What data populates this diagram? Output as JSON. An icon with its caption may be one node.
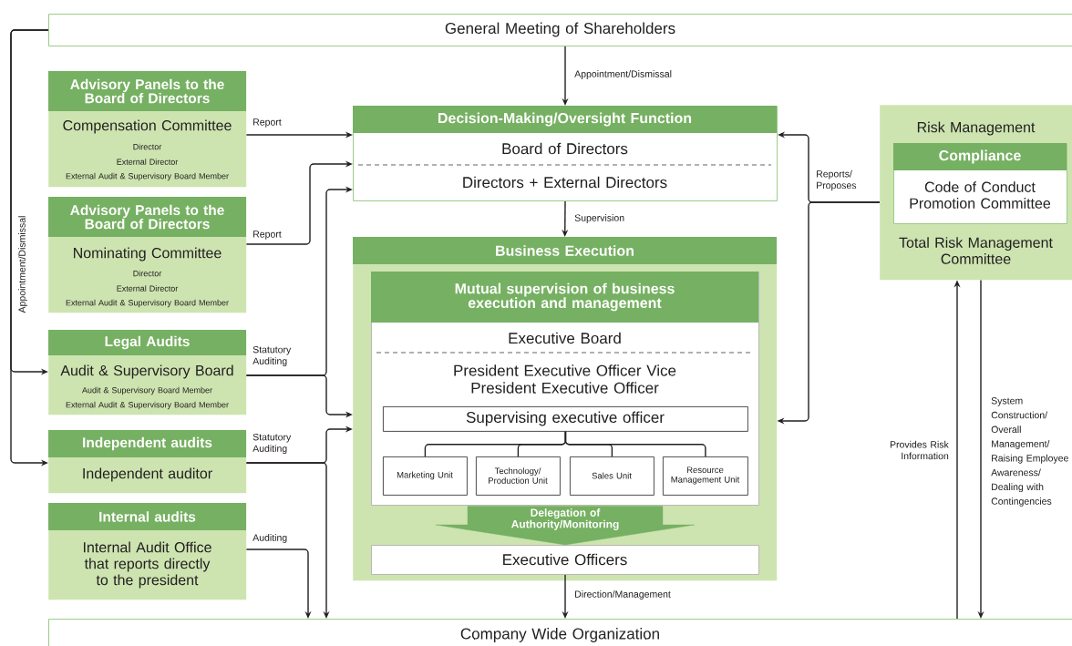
{
  "diagram": {
    "nodes": [
      {
        "text": [
          "General Meeting of Shareholders"
        ]
      },
      {
        "text": [
          "Advisory Panels to the Board of Directors",
          "Compensation Committee",
          "Director",
          "External Director",
          "External Audit & Supervisory Board Member"
        ]
      },
      {
        "text": [
          "Advisory Panels to the Board of Directors",
          "Nominating Committee",
          "Director",
          "External Director",
          "External Audit & Supervisory Board Member"
        ]
      },
      {
        "text": [
          "Legal Audits",
          "Audit & Supervisory Board",
          "Audit & Supervisory Board Member",
          "External Audit & Supervisory Board Member"
        ]
      },
      {
        "text": [
          "Independent audits",
          "Independent auditor"
        ]
      },
      {
        "text": [
          "Internal audits",
          "Internal Audit Office that reports directly to the president"
        ]
      },
      {
        "text": [
          "Decision-Making/Oversight Function",
          "Board of Directors",
          "Directors + External Directors"
        ]
      },
      {
        "text": [
          "Business Execution"
        ]
      },
      {
        "text": [
          "Mutual supervision of business execution and management",
          "Executive Board",
          "President Executive Officer Vice President Executive Officer"
        ],
        "in": 7
      },
      {
        "text": [
          "Supervising executive officer"
        ],
        "in": 8
      },
      {
        "text": [
          "Marketing Unit"
        ],
        "in": 8
      },
      {
        "text": [
          "Technology/ Production Unit"
        ],
        "in": 8
      },
      {
        "text": [
          "Sales Unit"
        ],
        "in": 8
      },
      {
        "text": [
          "Resource Management Unit"
        ],
        "in": 8
      },
      {
        "text": [
          "Executive Officers"
        ],
        "in": 7
      },
      {
        "text": [
          "Risk Management",
          "Total Risk Management Committee"
        ]
      },
      {
        "text": [
          "Compliance",
          "Code of Conduct Promotion Committee"
        ],
        "in": 15
      },
      {
        "text": [
          "Company Wide Organization"
        ]
      }
    ],
    "edges": [
      {
        "from": 0,
        "to": 6,
        "arrow": "to",
        "label": "Appointment/Dismissal"
      },
      {
        "from": 0,
        "to": 3,
        "arrow": "to",
        "label": "Appointment/Dismissal"
      },
      {
        "from": 0,
        "to": 4,
        "arrow": "to"
      },
      {
        "from": 1,
        "to": 6,
        "arrow": "to",
        "label": "Report"
      },
      {
        "from": 2,
        "to": 6,
        "arrow": "to",
        "label": "Report"
      },
      {
        "from": 3,
        "to": 6,
        "arrow": "to",
        "label": "Statutory Auditing"
      },
      {
        "from": 3,
        "to": 7,
        "arrow": "to"
      },
      {
        "from": 4,
        "to": 7,
        "arrow": "to",
        "label": "Statutory Auditing"
      },
      {
        "from": 4,
        "to": 17,
        "arrow": "to"
      },
      {
        "from": 5,
        "to": 17,
        "arrow": "to",
        "label": "Auditing"
      },
      {
        "from": 6,
        "to": 7,
        "arrow": "to",
        "label": "Supervision"
      },
      {
        "from": 8,
        "to": 14,
        "arrow": "to",
        "label": "Delegation of Authority/Monitoring",
        "style": "thick",
        "color": "#76b062"
      },
      {
        "from": 9,
        "to": 10,
        "arrow": "none"
      },
      {
        "from": 9,
        "to": 11,
        "arrow": "none"
      },
      {
        "from": 9,
        "to": 12,
        "arrow": "none"
      },
      {
        "from": 9,
        "to": 13,
        "arrow": "none"
      },
      {
        "from": 14,
        "to": 17,
        "arrow": "to",
        "label": "Direction/Management"
      },
      {
        "from": 15,
        "to": 6,
        "arrow": "to",
        "label": "Reports/ Proposes"
      },
      {
        "from": 15,
        "to": 7,
        "arrow": "to"
      },
      {
        "from": 17,
        "to": 15,
        "arrow": "to",
        "label": "Provides Risk Information"
      },
      {
        "from": 15,
        "to": 17,
        "arrow": "to",
        "label": "System Construction/ Overall Management/ Raising Employee Awareness/ Dealing with Contingencies"
      }
    ]
  }
}
